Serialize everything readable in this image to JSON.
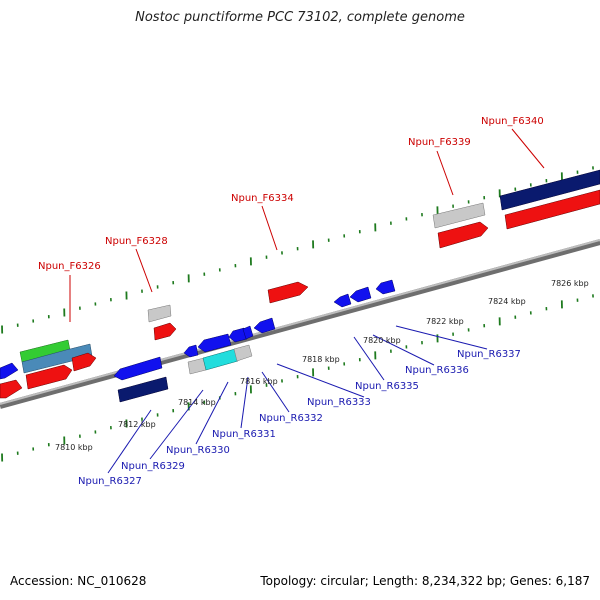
{
  "title": "Nostoc punctiforme PCC 73102, complete genome",
  "footer": {
    "accession": "Accession: NC_010628",
    "summary": "Topology: circular; Length: 8,234,322 bp; Genes: 6,187"
  },
  "colors": {
    "forward_gene": "#ee1111",
    "reverse_gene": "#1111ee",
    "dark_gene": "#0a1a6e",
    "grey_gene": "#c8c8c8",
    "cyan_gene": "#22dddd",
    "green_gene": "#33cc33",
    "steelblue_gene": "#4a8ab8",
    "backbone": "#888888",
    "tick": "#1e7a1e",
    "label_forward": "#cc0000",
    "label_reverse": "#1a1ab0"
  },
  "scale_ticks": [
    "7810 kbp",
    "7812 kbp",
    "7814 kbp",
    "7816 kbp",
    "7818 kbp",
    "7820 kbp",
    "7822 kbp",
    "7824 kbp",
    "7826 kbp"
  ],
  "forward_labels": [
    "Npun_F6326",
    "Npun_F6328",
    "Npun_F6334",
    "Npun_F6339",
    "Npun_F6340"
  ],
  "reverse_labels": [
    "Npun_R6327",
    "Npun_R6329",
    "Npun_R6330",
    "Npun_R6331",
    "Npun_R6332",
    "Npun_R6333",
    "Npun_R6335",
    "Npun_R6336",
    "Npun_R6337"
  ]
}
